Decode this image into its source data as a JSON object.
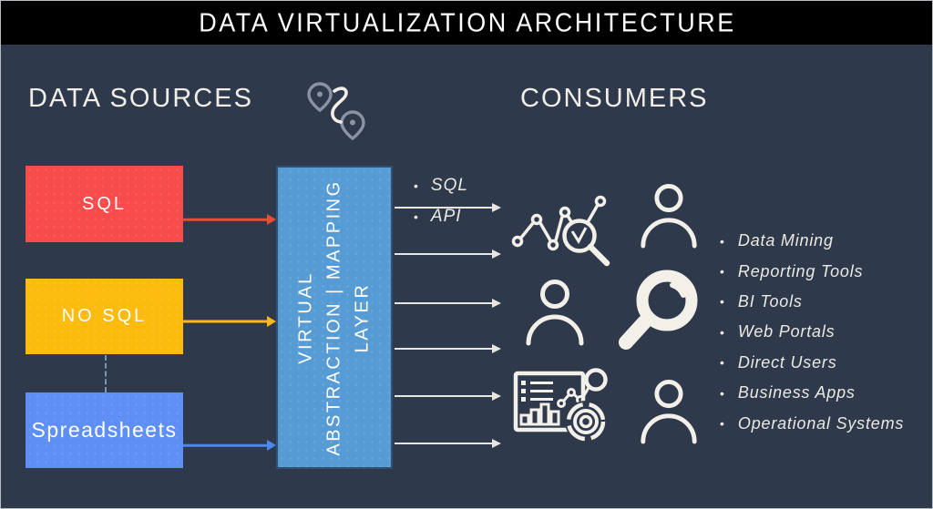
{
  "title_bar": {
    "title": "DATA VIRTUALIZATION ARCHITECTURE"
  },
  "data_sources": {
    "heading": "DATA SOURCES",
    "boxes": [
      {
        "label": "SQL",
        "color": "#f74c4b"
      },
      {
        "label": "NO SQL",
        "color": "#fcbb0d"
      },
      {
        "label": "Spreadsheets",
        "color": "#5d8ff5"
      }
    ],
    "icon": "route-pins-icon"
  },
  "mapping_layer": {
    "label": "VIRTUAL ABSTRACTION | MAPPING LAYER",
    "lines": [
      "VIRTUAL",
      "ABSTRACTION | MAPPING",
      "LAYER"
    ],
    "color": "#579bd4"
  },
  "layer_outputs": {
    "items": [
      {
        "label": "SQL"
      },
      {
        "label": "API"
      }
    ]
  },
  "consumers": {
    "heading": "CONSUMERS",
    "icons": [
      "analytics-chart-magnifier-icon",
      "user-icon",
      "dashboard-report-icon",
      "user-icon",
      "magnifier-icon",
      "user-icon"
    ],
    "list": [
      "Data Mining",
      "Reporting Tools",
      "BI Tools",
      "Web Portals",
      "Direct Users",
      "Business Apps",
      "Operational Systems"
    ]
  },
  "colors": {
    "background": "#2e3a4b",
    "title_bar_bg": "#000000",
    "title_text": "#ffffff",
    "heading_text": "#f2eee7",
    "arrow_red": "#e84e2f",
    "arrow_yellow": "#fdb813",
    "arrow_blue": "#4f87f0",
    "arrow_white": "#e9e6e0",
    "icon_stroke": "#f3efe9",
    "pin_gray": "#8a93a3"
  }
}
